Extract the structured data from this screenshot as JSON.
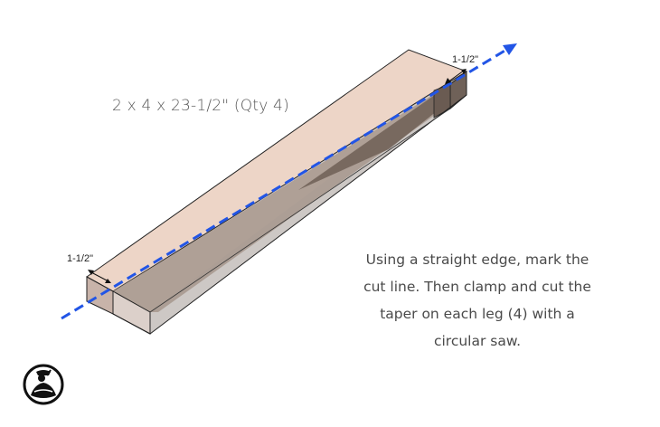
{
  "diagram": {
    "title_label": "2 x 4 x 23-1/2\" (Qty 4)",
    "dimension_left": "1-1/2\"",
    "dimension_right": "1-1/2\"",
    "instructions": {
      "lines": [
        "Using a straight edge, mark the",
        "cut line. Then clamp and cut the",
        "taper on each leg (4) with a",
        "circular saw."
      ]
    },
    "colors": {
      "board_top": "#edd5c7",
      "board_side": "#cbc6c3",
      "board_end": "#c8b6ad",
      "cut_face": "#a99a90",
      "cut_dark": "#6e5f56",
      "cut_line": "#2255e6",
      "outline": "#222222"
    },
    "logo": "woodworker-logo-icon"
  }
}
